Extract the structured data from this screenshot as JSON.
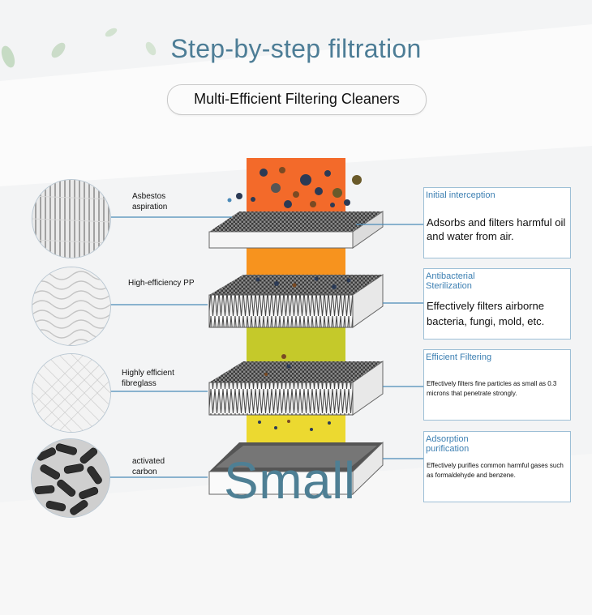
{
  "header": {
    "title": "Step-by-step filtration",
    "subtitle": "Multi-Efficient Filtering Cleaners"
  },
  "layers": [
    {
      "label": "Asbestos\naspiration",
      "texture": "fibrous-weave-icon",
      "info_title": "Initial interception",
      "info_body": "Adsorbs and filters harmful oil and water from air."
    },
    {
      "label": "High-efficiency PP",
      "texture": "mesh-icon",
      "info_title": "Antibacterial\nSterilization",
      "info_body": "Effectively filters airborne bacteria, fungi, mold, etc."
    },
    {
      "label": "Highly efficient\nfibreglass",
      "texture": "fine-fibre-icon",
      "info_title": "Efficient Filtering",
      "info_body": "Effectively filters fine particles as small as 0.3 microns that penetrate strongly."
    },
    {
      "label": "activated\ncarbon",
      "texture": "carbon-pellets-icon",
      "info_title": "Adsorption\npurification",
      "info_body": "Effectively purifies common harmful gases such as formaldehyde and benzene."
    }
  ],
  "watermark": "Small",
  "colors": {
    "title": "#4d7d96",
    "info_heading": "#3c7fb2",
    "info_border": "#9dbfd6",
    "connector": "#4a8ab8",
    "column_orange_red": "#f36a2a",
    "column_orange": "#f7931e",
    "column_yellow_green": "#c5c92a",
    "column_yellow": "#ecd930"
  }
}
